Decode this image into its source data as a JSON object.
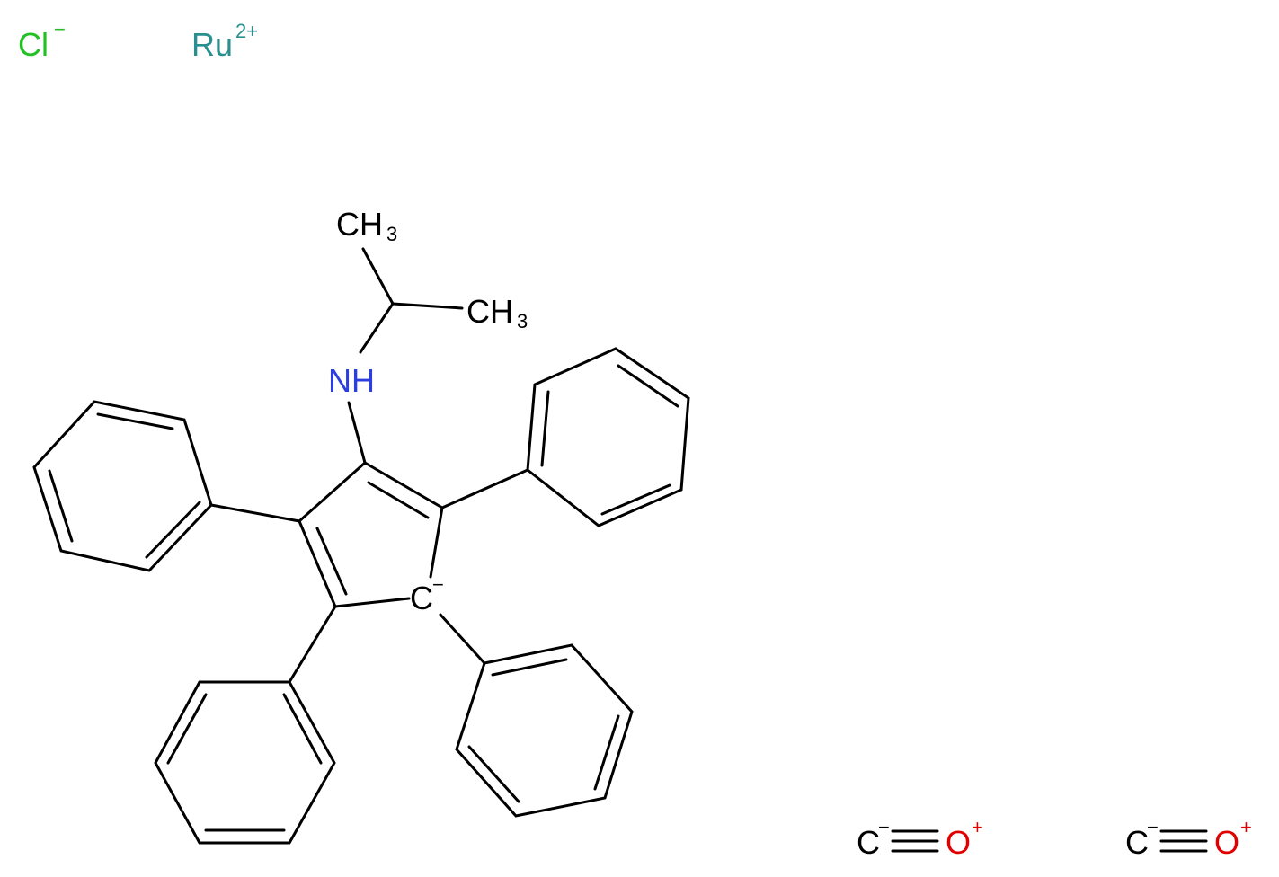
{
  "ions": {
    "chloride": {
      "symbol": "Cl",
      "charge": "−",
      "color": "#22c022"
    },
    "ruthenium": {
      "symbol": "Ru",
      "charge": "2+",
      "color": "#2a8f8f"
    },
    "carbonyl_1": {
      "c": "C",
      "c_charge": "−",
      "o": "O",
      "o_charge": "+"
    },
    "carbonyl_2": {
      "c": "C",
      "c_charge": "−",
      "o": "O",
      "o_charge": "+"
    }
  },
  "ligand": {
    "methyl_1": {
      "text": "CH",
      "sub": "3"
    },
    "methyl_2": {
      "text": "CH",
      "sub": "3"
    },
    "amine": {
      "text": "NH",
      "color": "#2b3fe0"
    },
    "carbanion": {
      "text": "C",
      "charge": "−"
    }
  },
  "colors": {
    "bond": "#000000",
    "oxygen": "#e00000",
    "nitrogen": "#2b3fe0"
  }
}
